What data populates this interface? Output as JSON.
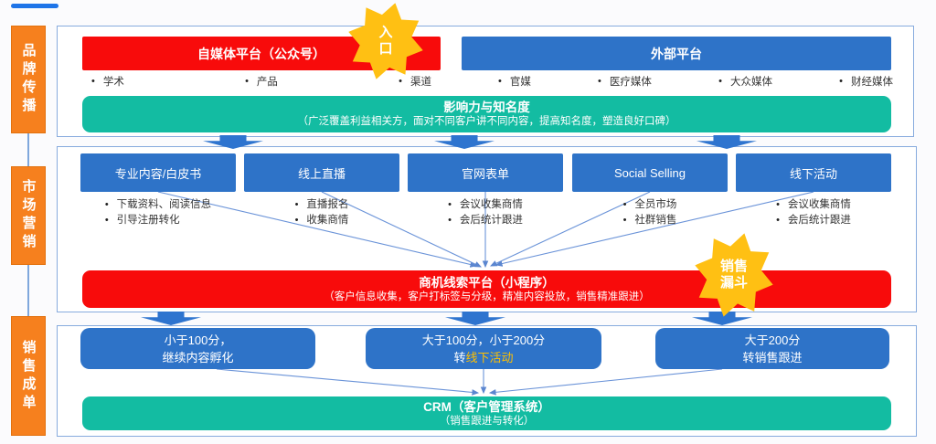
{
  "lanes": [
    {
      "label": "品牌传播"
    },
    {
      "label": "市场营销"
    },
    {
      "label": "销售成单"
    }
  ],
  "badges": {
    "entry": {
      "line1": "入",
      "line2": "口"
    },
    "funnel": {
      "line1": "销售",
      "line2": "漏斗"
    }
  },
  "section1": {
    "own_platform": "自媒体平台（公众号）",
    "own_items": [
      "学术",
      "产品",
      "渠道"
    ],
    "ext_platform": "外部平台",
    "ext_items": [
      "官媒",
      "医疗媒体",
      "大众媒体",
      "财经媒体"
    ],
    "impact_title": "影响力与知名度",
    "impact_subtitle": "（广泛覆盖利益相关方，面对不同客户讲不同内容，提高知名度，塑造良好口碑）"
  },
  "section2": {
    "channels": [
      {
        "title": "专业内容/白皮书",
        "items": [
          "下载资料、阅读信息",
          "引导注册转化"
        ]
      },
      {
        "title": "线上直播",
        "items": [
          "直播报名",
          "收集商情"
        ]
      },
      {
        "title": "官网表单",
        "items": [
          "会议收集商情",
          "会后统计跟进"
        ]
      },
      {
        "title": "Social Selling",
        "items": [
          "全员市场",
          "社群销售"
        ]
      },
      {
        "title": "线下活动",
        "items": [
          "会议收集商情",
          "会后统计跟进"
        ]
      }
    ],
    "lead_title": "商机线索平台（小程序）",
    "lead_subtitle": "（客户信息收集，客户打标签与分级，精准内容投放，销售精准跟进）"
  },
  "section3": {
    "scores": [
      {
        "line1": "小于100分，",
        "line2": "继续内容孵化"
      },
      {
        "line1": "大于100分，小于200分",
        "line2_prefix": "转",
        "line2_highlight": "线下活动"
      },
      {
        "line1": "大于200分",
        "line2": "转销售跟进"
      }
    ],
    "crm_title": "CRM（客户管理系统）",
    "crm_subtitle": "（销售跟进与转化）"
  },
  "colors": {
    "red": "#f80b0b",
    "blue": "#2e73c8",
    "teal": "#13bca2",
    "orange": "#f6801e",
    "gold": "#ffc013",
    "highlight": "#ffc000",
    "frame_border": "#87abde",
    "arrow_blue": "#2e74cf",
    "connector_line": "#6a93d8"
  }
}
